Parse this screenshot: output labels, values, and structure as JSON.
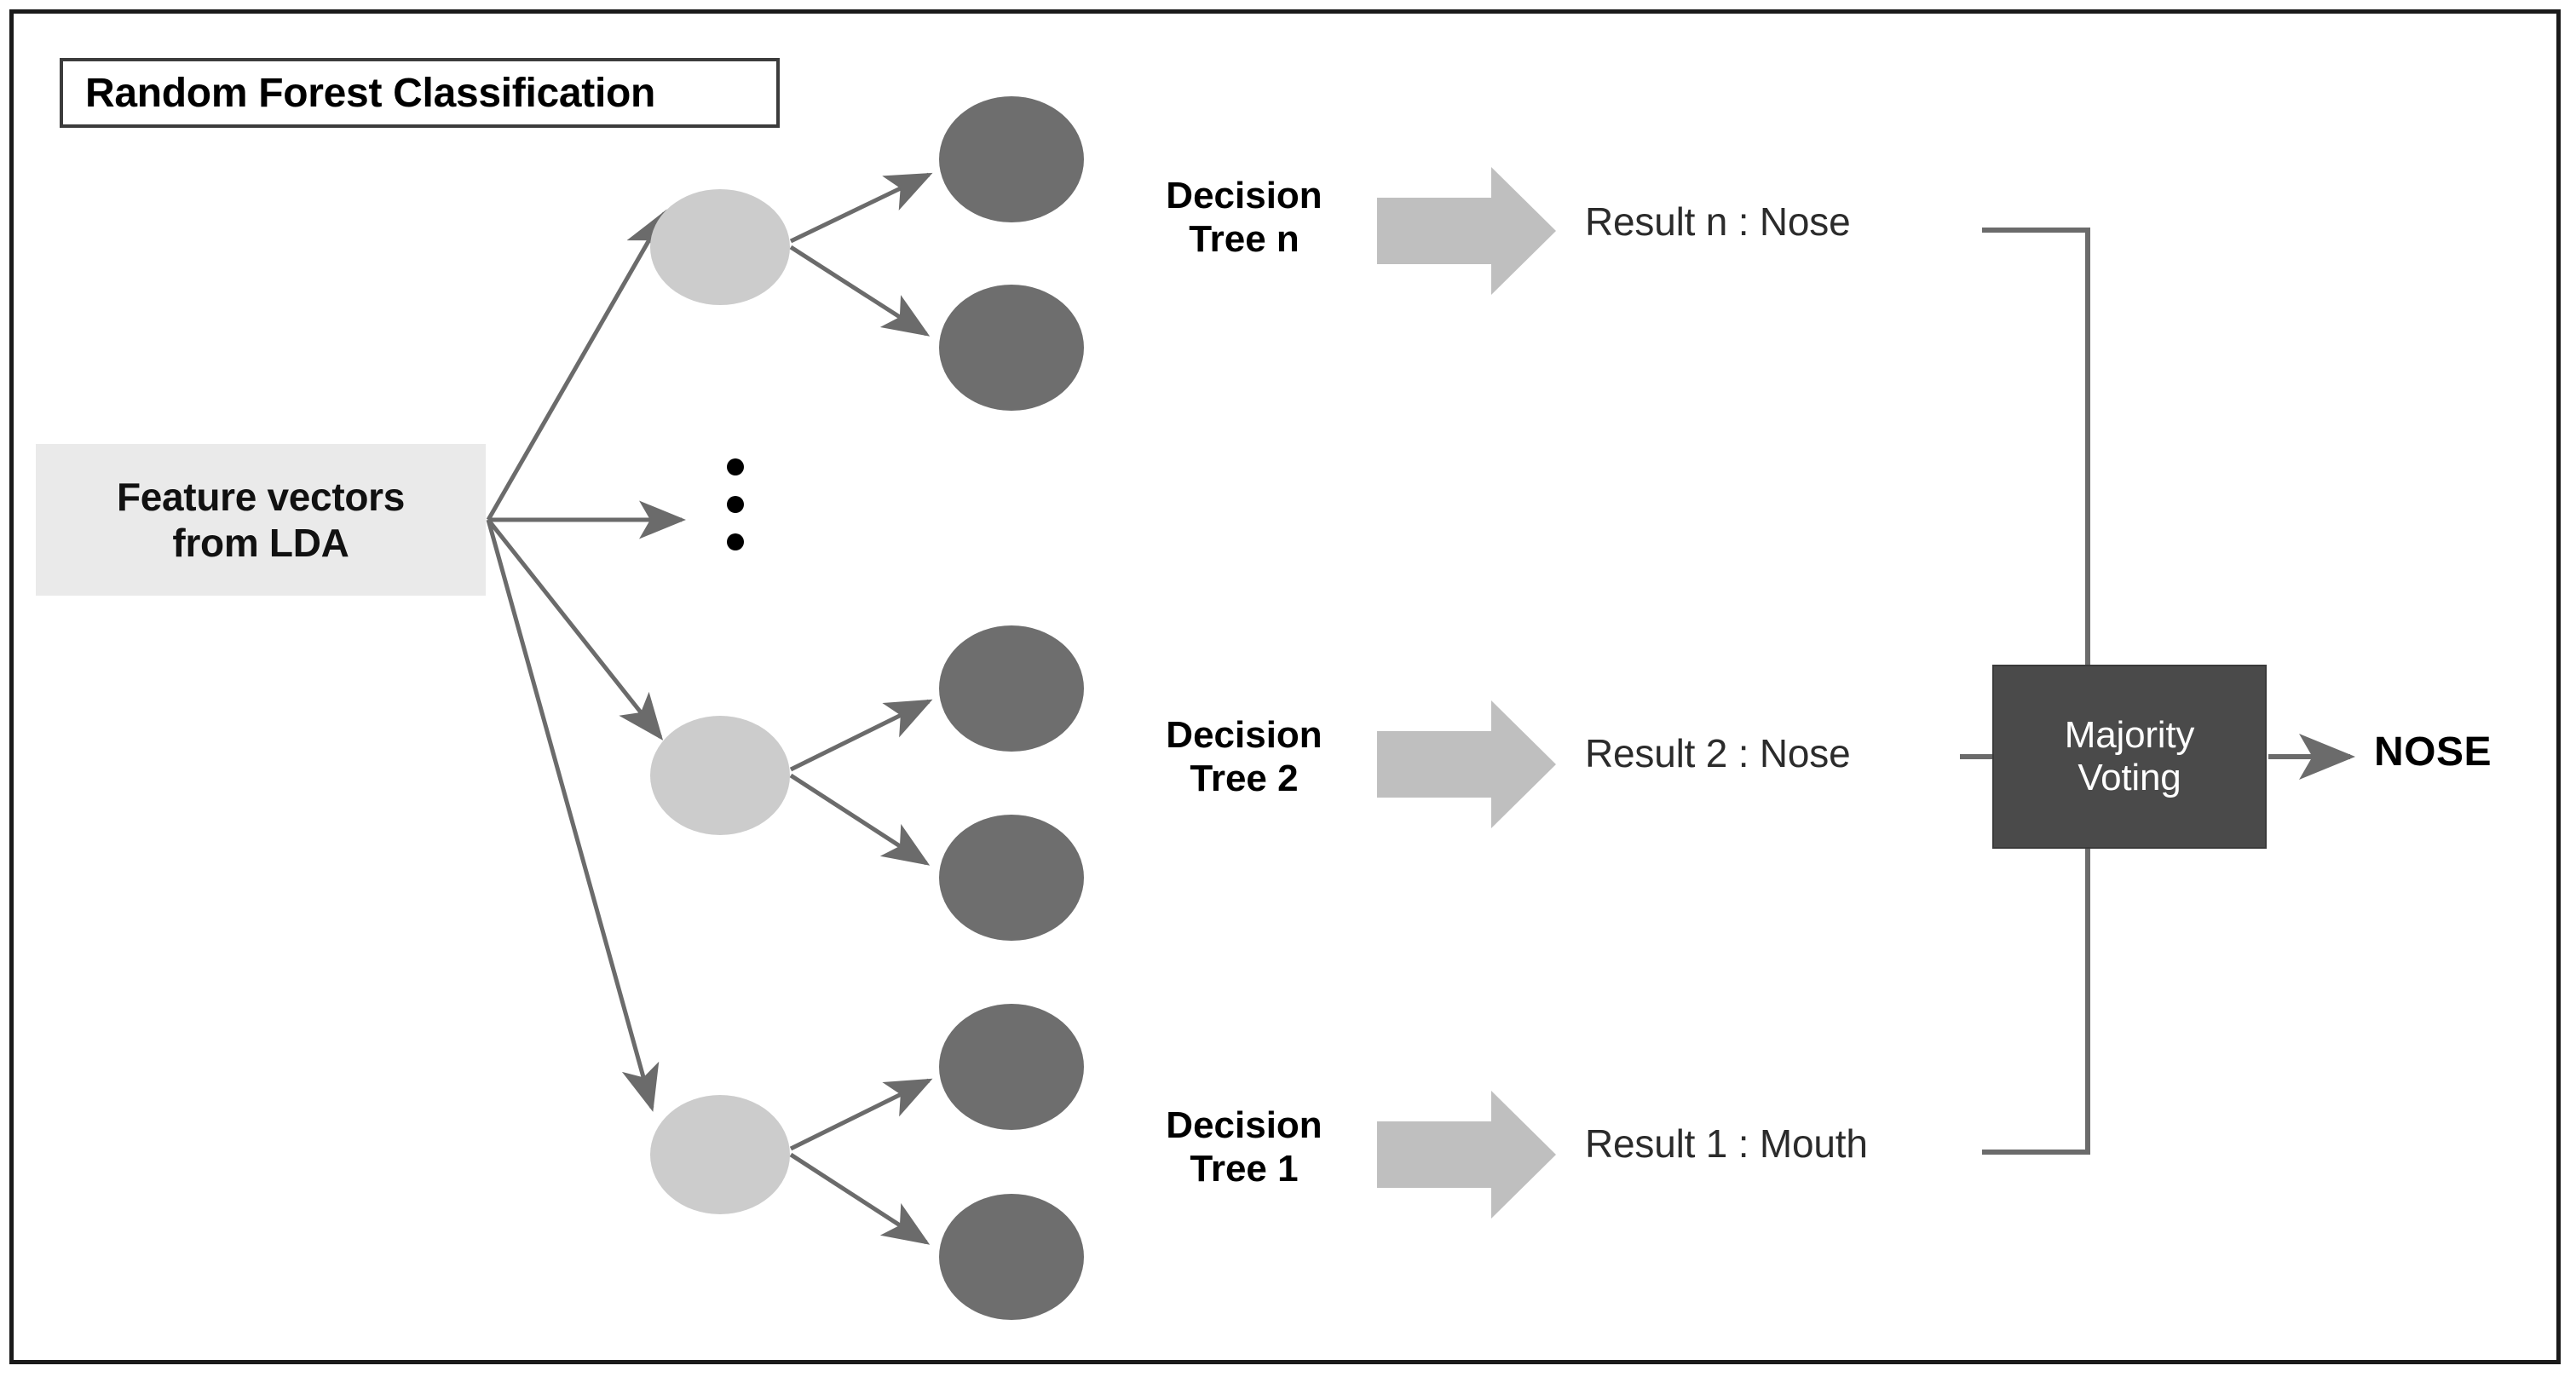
{
  "diagram": {
    "title": "Random Forest Classification",
    "input": {
      "line1": "Feature vectors",
      "line2": "from LDA"
    },
    "trees": [
      {
        "id": "tree-n",
        "label_line1": "Decision",
        "label_line2": "Tree n",
        "result": "Result n : Nose"
      },
      {
        "id": "tree-2",
        "label_line1": "Decision",
        "label_line2": "Tree 2",
        "result": "Result 2 : Nose"
      },
      {
        "id": "tree-1",
        "label_line1": "Decision",
        "label_line2": "Tree 1",
        "result": "Result 1 : Mouth"
      }
    ],
    "aggregator": {
      "line1": "Majority",
      "line2": "Voting"
    },
    "output": "NOSE",
    "ellipsis_label": "vertical-ellipsis",
    "colors": {
      "frame_border": "#1a1a1a",
      "title_border": "#3c3c3c",
      "input_box_fill": "#eaeaea",
      "parent_node_fill": "#cccccc",
      "leaf_node_fill": "#6e6e6e",
      "aggregator_fill": "#4a4a4a",
      "aggregator_text": "#ffffff",
      "block_arrow_fill": "#bfbfbf",
      "connector_stroke": "#6b6b6b",
      "text_primary": "#000000",
      "text_secondary": "#2b2b2b"
    }
  }
}
